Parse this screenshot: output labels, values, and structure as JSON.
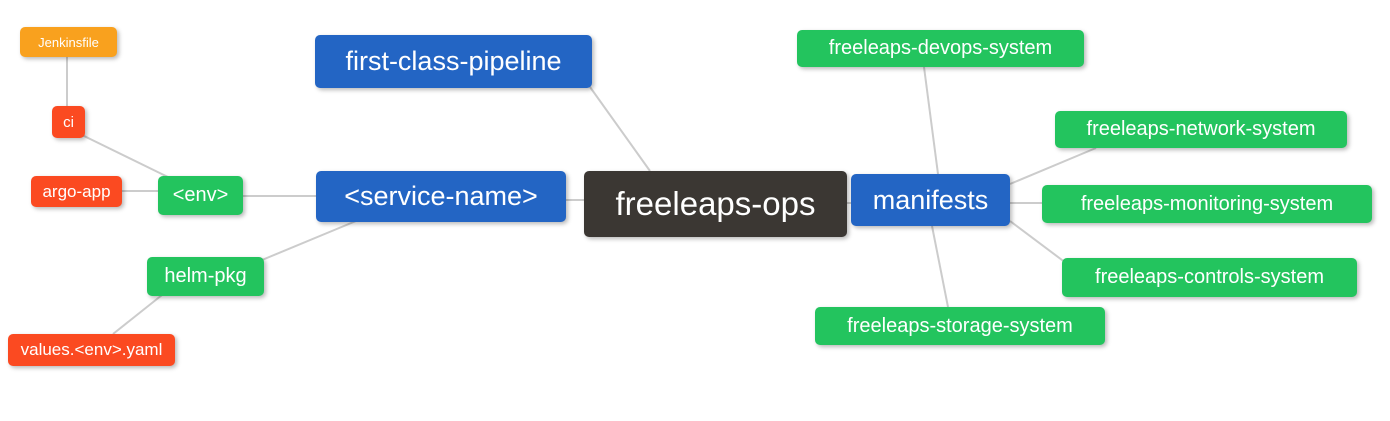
{
  "diagram": {
    "type": "mindmap",
    "root": "freeleaps-ops",
    "background": "#ffffff",
    "edge_color": "#cccccc"
  },
  "palette": {
    "blue": "#2365c4",
    "dark": "#3b3733",
    "green": "#23c45e",
    "red_orange": "#fb4a21",
    "orange": "#f9a11e",
    "text": "#ffffff"
  },
  "nodes": {
    "jenkinsfile": {
      "label": "Jenkinsfile",
      "color": "#f9a11e"
    },
    "ci": {
      "label": "ci",
      "color": "#fb4a21"
    },
    "argo_app": {
      "label": "argo-app",
      "color": "#fb4a21"
    },
    "env": {
      "label": "<env>",
      "color": "#23c45e"
    },
    "helm_pkg": {
      "label": "helm-pkg",
      "color": "#23c45e"
    },
    "values_env_yaml": {
      "label": "values.<env>.yaml",
      "color": "#fb4a21"
    },
    "first_class_pipeline": {
      "label": "first-class-pipeline",
      "color": "#2365c4"
    },
    "service_name": {
      "label": "<service-name>",
      "color": "#2365c4"
    },
    "freeleaps_ops": {
      "label": "freeleaps-ops",
      "color": "#3b3733"
    },
    "manifests": {
      "label": "manifests",
      "color": "#2365c4"
    },
    "devops_system": {
      "label": "freeleaps-devops-system",
      "color": "#23c45e"
    },
    "network_system": {
      "label": "freeleaps-network-system",
      "color": "#23c45e"
    },
    "monitoring_system": {
      "label": "freeleaps-monitoring-system",
      "color": "#23c45e"
    },
    "controls_system": {
      "label": "freeleaps-controls-system",
      "color": "#23c45e"
    },
    "storage_system": {
      "label": "freeleaps-storage-system",
      "color": "#23c45e"
    }
  },
  "edges": [
    {
      "from": "Jenkinsfile",
      "to": "ci"
    },
    {
      "from": "ci",
      "to": "<env>"
    },
    {
      "from": "argo-app",
      "to": "<env>"
    },
    {
      "from": "<env>",
      "to": "<service-name>"
    },
    {
      "from": "helm-pkg",
      "to": "<service-name>"
    },
    {
      "from": "values.<env>.yaml",
      "to": "helm-pkg"
    },
    {
      "from": "first-class-pipeline",
      "to": "freeleaps-ops"
    },
    {
      "from": "<service-name>",
      "to": "freeleaps-ops"
    },
    {
      "from": "freeleaps-ops",
      "to": "manifests"
    },
    {
      "from": "manifests",
      "to": "freeleaps-devops-system"
    },
    {
      "from": "manifests",
      "to": "freeleaps-network-system"
    },
    {
      "from": "manifests",
      "to": "freeleaps-monitoring-system"
    },
    {
      "from": "manifests",
      "to": "freeleaps-controls-system"
    },
    {
      "from": "manifests",
      "to": "freeleaps-storage-system"
    }
  ]
}
